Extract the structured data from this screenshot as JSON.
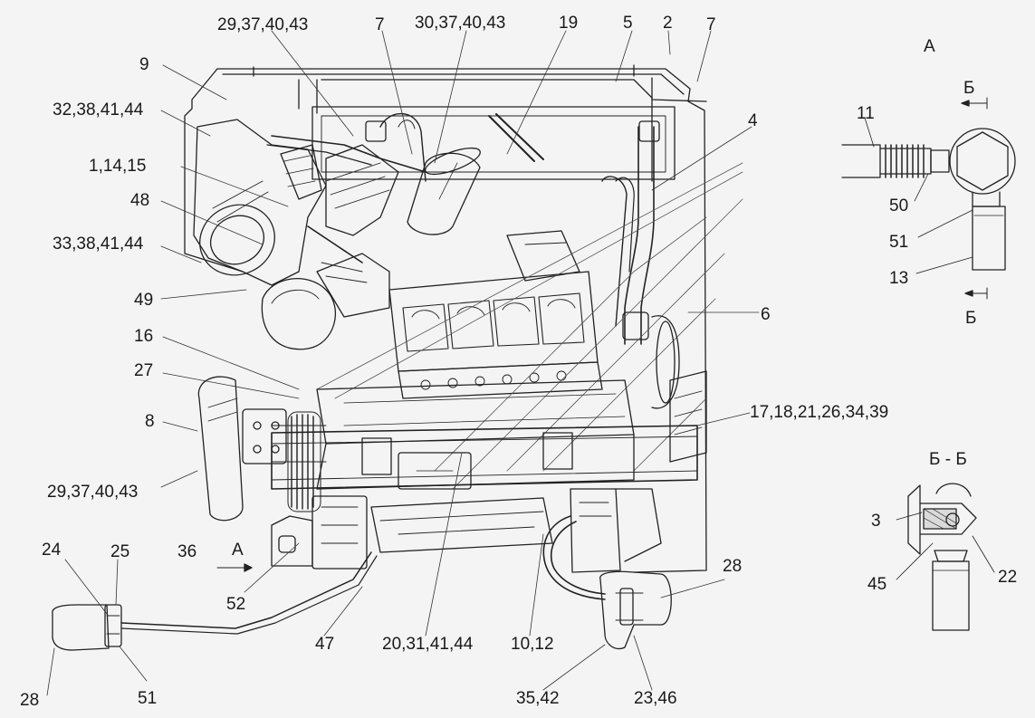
{
  "callouts": {
    "c_29_37_40_43_top": "29,37,40,43",
    "c_7_left": "7",
    "c_30_37_40_43": "30,37,40,43",
    "c_19": "19",
    "c_5": "5",
    "c_2": "2",
    "c_7_right": "7",
    "c_9": "9",
    "c_32_38_41_44": "32,38,41,44",
    "c_4": "4",
    "c_1_14_15": "1,14,15",
    "c_48": "48",
    "c_33_38_41_44": "33,38,41,44",
    "c_49": "49",
    "c_6": "6",
    "c_16": "16",
    "c_27": "27",
    "c_8": "8",
    "c_17_18_21_26_34_39": "17,18,21,26,34,39",
    "c_29_37_40_43_bottom": "29,37,40,43",
    "c_24": "24",
    "c_25": "25",
    "c_36": "36",
    "c_52": "52",
    "c_28_right": "28",
    "c_47": "47",
    "c_20_31_41_44": "20,31,41,44",
    "c_10_12": "10,12",
    "c_28_left": "28",
    "c_51_bottom": "51",
    "c_35_42": "35,42",
    "c_23_46": "23,46"
  },
  "view_a": {
    "title": "А",
    "section_mark_top": "Б",
    "section_mark_bottom": "Б",
    "c_11": "11",
    "c_50": "50",
    "c_51": "51",
    "c_13": "13"
  },
  "section_bb": {
    "title": "Б - Б",
    "c_3": "3",
    "c_45": "45",
    "c_22": "22"
  },
  "view_arrow_label": "А"
}
